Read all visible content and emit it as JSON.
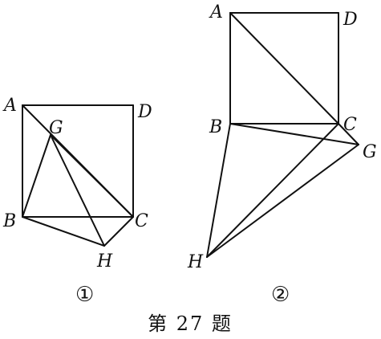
{
  "figures": [
    {
      "id": "fig1",
      "label": "①",
      "points": [
        {
          "name": "A",
          "label": "A"
        },
        {
          "name": "D",
          "label": "D"
        },
        {
          "name": "B",
          "label": "B"
        },
        {
          "name": "C",
          "label": "C"
        },
        {
          "name": "G",
          "label": "G"
        },
        {
          "name": "H",
          "label": "H"
        }
      ]
    },
    {
      "id": "fig2",
      "label": "②",
      "points": [
        {
          "name": "A",
          "label": "A"
        },
        {
          "name": "D",
          "label": "D"
        },
        {
          "name": "B",
          "label": "B"
        },
        {
          "name": "C",
          "label": "C"
        },
        {
          "name": "G",
          "label": "G"
        },
        {
          "name": "H",
          "label": "H"
        }
      ]
    }
  ],
  "caption": "第 27 题"
}
